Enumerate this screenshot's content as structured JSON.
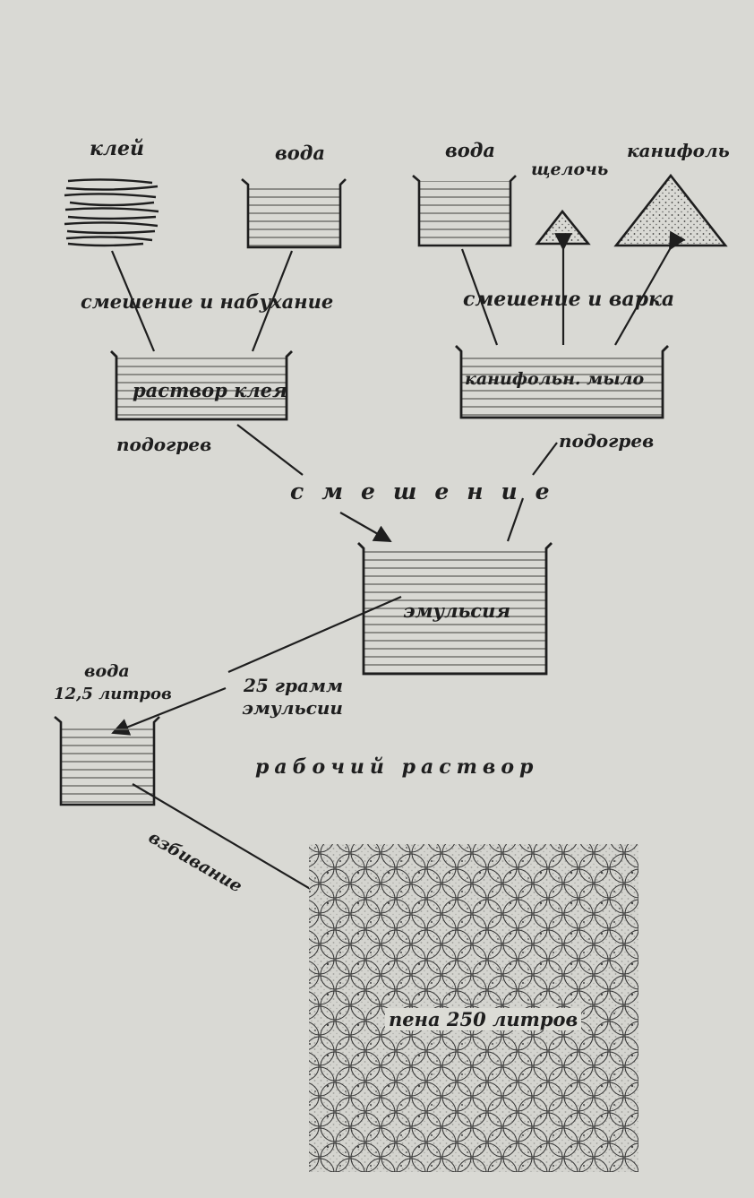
{
  "diagram": {
    "inputs": {
      "glue": "клей",
      "water_left": "вода",
      "water_right": "вода",
      "alkali": "щелочь",
      "rosin": "канифоль"
    },
    "processes": {
      "mix_swell": "смешение и набухание",
      "mix_boil": "смешение и варка",
      "heating_left": "подогрев",
      "heating_right": "подогрев",
      "mixing": "смешение",
      "whipping": "взбивание"
    },
    "vessels": {
      "glue_solution": "раствор клея",
      "rosin_soap": "канифольн. мыло",
      "emulsion": "эмульсия"
    },
    "working": {
      "water_label": "вода",
      "water_amount": "12,5 литров",
      "emulsion_amount_line1": "25 грамм",
      "emulsion_amount_line2": "эмульсии",
      "working_solution": "рабочий раствор"
    },
    "foam": {
      "label": "пена 250 литров"
    }
  },
  "colors": {
    "paper": "#d9d9d4",
    "ink": "#1e1e1e"
  }
}
